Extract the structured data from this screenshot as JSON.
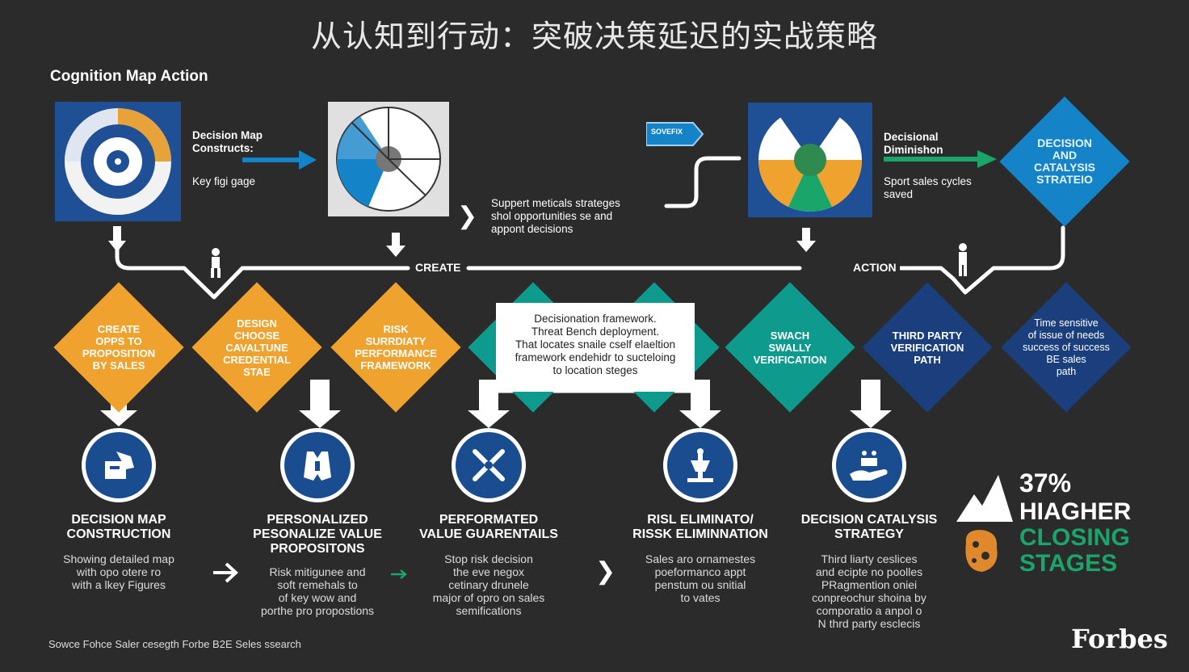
{
  "title": "从认知到行动：突破决策延迟的实战策略",
  "subtitle": "Cognition Map Action",
  "colors": {
    "background": "#2b2b2b",
    "orange": "#f0a22e",
    "teal": "#0f9a8e",
    "navy": "#1a3f7c",
    "blue": "#1583c8",
    "green": "#1aa56b",
    "white": "#ffffff"
  },
  "top_row": {
    "label1_title": "Decision Map\nConstructs:",
    "label1_sub": "Key figi gage",
    "label2": "Suppert meticals strateges\nshol opportunities se and\nappont decisions",
    "tag": "SOVEFIX",
    "label3_title": "Decisional\nDiminishon",
    "label3_sub": "Sport sales cycles\nsaved",
    "diamond_top": "DECISION\nAND\nCATALYSIS\nSTRATEIO"
  },
  "flow_labels": {
    "create": "CREATE",
    "action": "ACTION"
  },
  "diamonds": [
    {
      "text": "CREATE\nOPPS TO\nPROPOSITION\nBY SALES",
      "color": "#f0a22e",
      "text_color": "#ffffff"
    },
    {
      "text": "DESIGN\nCHOOSE\nCAVALTUNE\nCREDENTIAL\nSTAE",
      "color": "#f0a22e",
      "text_color": "#ffffff"
    },
    {
      "text": "RISK\nSURRDIATY\nPERFORMANCE\nFRAMEWORK",
      "color": "#f0a22e",
      "text_color": "#ffffff"
    },
    {
      "text": "",
      "color": "#0f9a8e",
      "text_color": "#ffffff"
    },
    {
      "text": "",
      "color": "#0f9a8e",
      "text_color": "#ffffff"
    },
    {
      "text": "SWACH\nSWALLY\nVERIFICATION",
      "color": "#0f9a8e",
      "text_color": "#ffffff"
    },
    {
      "text": "THIRD PARTY\nVERIFICATION\nPATH",
      "color": "#1a3f7c",
      "text_color": "#ffffff"
    },
    {
      "text": "Time sensitive\nof issue of needs\nsuccess of success\nBE sales\npath",
      "color": "#1a3f7c",
      "text_color": "#ffffff"
    }
  ],
  "framework_box": "Decisionation framework.\nThreat Bench deployment.\nThat locates snaile cself elaeltion\nframework endehidr to sucteloing\nto location steges",
  "stages": [
    {
      "title": "DECISION MAP\nCONSTRUCTION",
      "desc": "Showing detailed map\nwith opo otere ro\nwith a lkey Figures",
      "icon": "hand-package-icon"
    },
    {
      "title": "PERSONALIZED\nPESONALIZE VALUE\nPROPOSITONS",
      "desc": "Risk mitigunee and\nsoft remehals to\nof key wow and\nporthe pro propostions",
      "icon": "vest-icon"
    },
    {
      "title": "PERFORMATED\nVALUE GUARENTAILS",
      "desc": "Stop risk decision\nthe eve negox\ncetinary drunele\nmajor of opro on sales\nsemifications",
      "icon": "crossed-tools-icon"
    },
    {
      "title": "RISL ELIMINATO/\nRISSK ELIMINNATION",
      "desc": "Sales aro ornamestes\npoeformanco appt\npenstum ou snitial\nto vates",
      "icon": "scale-icon"
    },
    {
      "title": "DECISION CATALYSIS\nSTRATEGY",
      "desc": "Third liarty ceslices\nand ecipte no poolles\nPRagmention oniei\nconpreochur shoina by\ncomporatio a anpol o\nN thrd party esclecis",
      "icon": "hand-holding-icon"
    }
  ],
  "stat": {
    "number": "37%",
    "line1": "HIAGHER",
    "line2": "CLOSING",
    "line3": "STAGES"
  },
  "source": "Sowce Fohce Saler cesegth Forbe B2E Seles ssearch",
  "brand": "Forbes"
}
